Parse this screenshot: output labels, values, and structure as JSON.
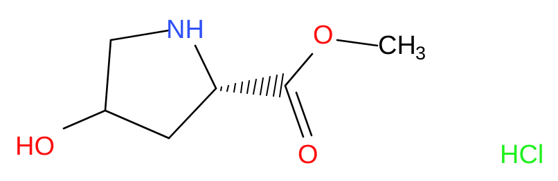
{
  "molecule": {
    "labels": {
      "nitrogen": "NH",
      "hydroxyl": "HO",
      "ether_oxygen": "O",
      "carbonyl_oxygen": "O",
      "methyl_c": "CH",
      "methyl_sub": "3",
      "counterion": "HCl"
    },
    "colors": {
      "bond": "#000000",
      "nitrogen": "#3050F8",
      "oxygen": "#FF0D0D",
      "carbon": "#000000",
      "chlorine": "#1FF01F"
    }
  }
}
